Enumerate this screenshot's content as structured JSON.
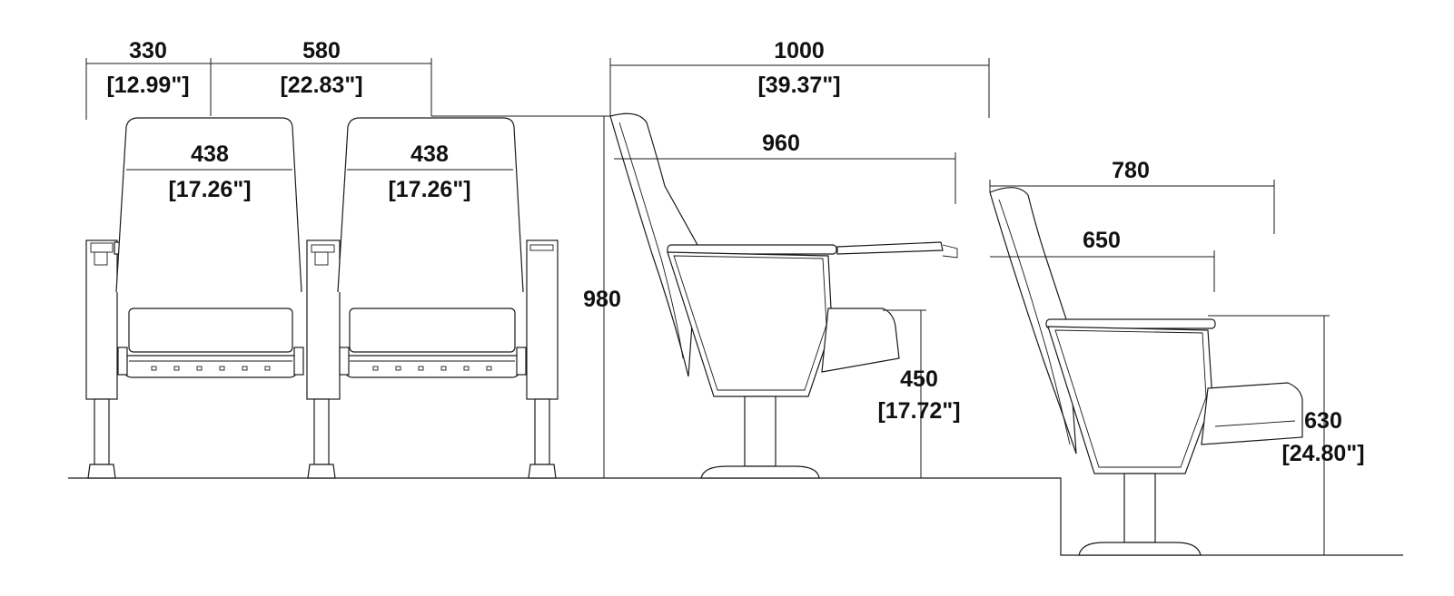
{
  "dimensions": {
    "armrest_width": {
      "mm": "330",
      "inch": "[12.99\"]"
    },
    "seat_spacing": {
      "mm": "580",
      "inch": "[22.83\"]"
    },
    "left_back_width": {
      "mm": "438",
      "inch": "[17.26\"]"
    },
    "right_back_width": {
      "mm": "438",
      "inch": "[17.26\"]"
    },
    "overall_height": {
      "mm": "980"
    },
    "overall_depth_open": {
      "mm": "1000",
      "inch": "[39.37\"]"
    },
    "depth_with_tablet": {
      "mm": "960"
    },
    "seat_height": {
      "mm": "450",
      "inch": "[17.72\"]"
    },
    "depth_closed": {
      "mm": "780"
    },
    "depth_folded": {
      "mm": "650"
    },
    "seat_height_riser": {
      "mm": "630",
      "inch": "[24.80\"]"
    }
  },
  "colors": {
    "line": "#1a1a1a",
    "background": "#ffffff"
  }
}
